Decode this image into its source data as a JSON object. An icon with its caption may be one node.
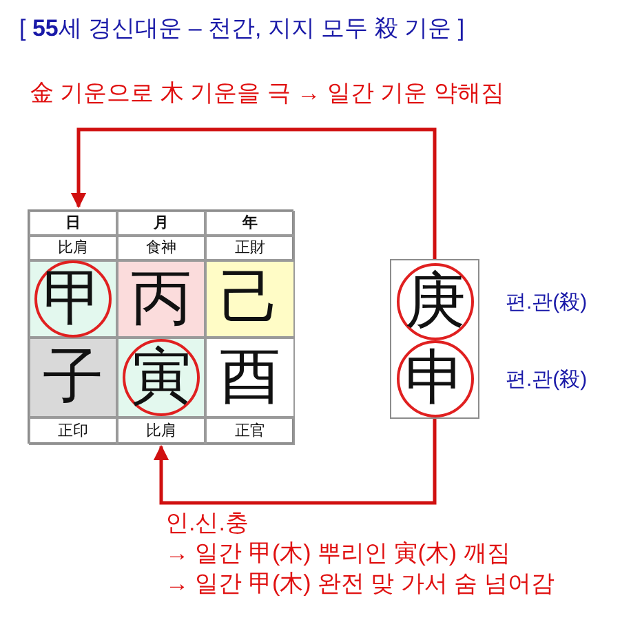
{
  "diagram": {
    "title": "[ **55**세 경신대운 – 천간, 지지 모두 殺 기운 ]",
    "nodes": [
      {
        "text": [],
        "shape": "box"
      },
      {
        "text": [
          "日"
        ],
        "in": 0
      },
      {
        "text": [
          "月"
        ],
        "in": 0
      },
      {
        "text": [
          "年"
        ],
        "in": 0
      },
      {
        "text": [
          "比肩"
        ],
        "in": 0
      },
      {
        "text": [
          "食神"
        ],
        "in": 0
      },
      {
        "text": [
          "正財"
        ],
        "in": 0
      },
      {
        "text": [
          "甲"
        ],
        "in": 0
      },
      {
        "text": [
          "丙"
        ],
        "in": 0
      },
      {
        "text": [
          "己"
        ],
        "in": 0
      },
      {
        "text": [
          "子"
        ],
        "in": 0
      },
      {
        "text": [
          "寅"
        ],
        "in": 0
      },
      {
        "text": [
          "酉"
        ],
        "in": 0
      },
      {
        "text": [
          "正印"
        ],
        "in": 0
      },
      {
        "text": [
          "比肩"
        ],
        "in": 0
      },
      {
        "text": [
          "正官"
        ],
        "in": 0
      },
      {
        "text": [],
        "shape": "box"
      },
      {
        "text": [
          "庚"
        ],
        "in": 16,
        "beside": [
          "편.관(殺)"
        ]
      },
      {
        "text": [
          "申"
        ],
        "in": 16,
        "beside": [
          "편.관(殺)"
        ]
      }
    ],
    "edges": [
      {
        "from": 16,
        "to": 0,
        "arrow": "to",
        "label": "金 기운으로 木 기운을 극 → 일간 기운 약해짐"
      },
      {
        "from": 16,
        "to": 0,
        "arrow": "to",
        "label": "인.신.충"
      }
    ],
    "labels": [
      "→ 일간 甲(木) 뿌리인 寅(木) 깨짐",
      "→ 일간 甲(木) 완전 맞 가서 숨 넘어감"
    ]
  }
}
